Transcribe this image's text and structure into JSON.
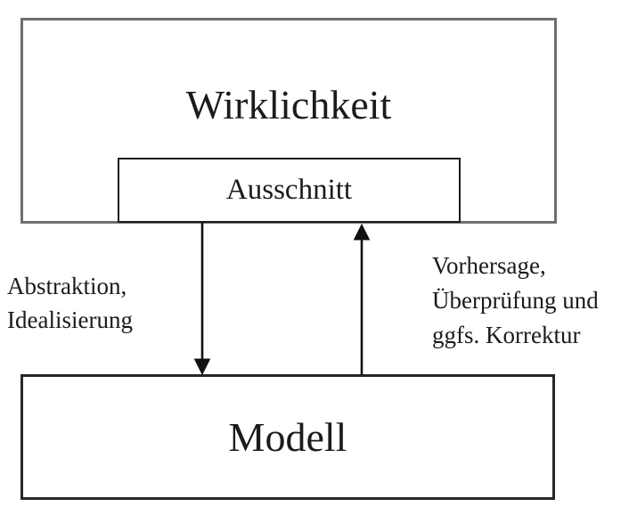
{
  "diagram": {
    "nodes": {
      "wirklichkeit": {
        "label": "Wirklichkeit"
      },
      "ausschnitt": {
        "label": "Ausschnitt"
      },
      "modell": {
        "label": "Modell"
      }
    },
    "edges": {
      "abstraction": {
        "direction": "down",
        "from": "Ausschnitt",
        "to": "Modell",
        "lines": [
          "Abstraktion,",
          "Idealisierung"
        ]
      },
      "prediction": {
        "direction": "up",
        "from": "Modell",
        "to": "Ausschnitt",
        "lines": [
          "Vorhersage,",
          "Überprüfung und",
          "ggfs. Korrektur"
        ]
      }
    },
    "colors": {
      "outer_box_border": "#6f6f6f",
      "inner_box_border": "#1c1c1c",
      "model_box_border": "#262626",
      "arrow": "#111111",
      "text": "#1b1b1b",
      "background": "#ffffff"
    }
  }
}
